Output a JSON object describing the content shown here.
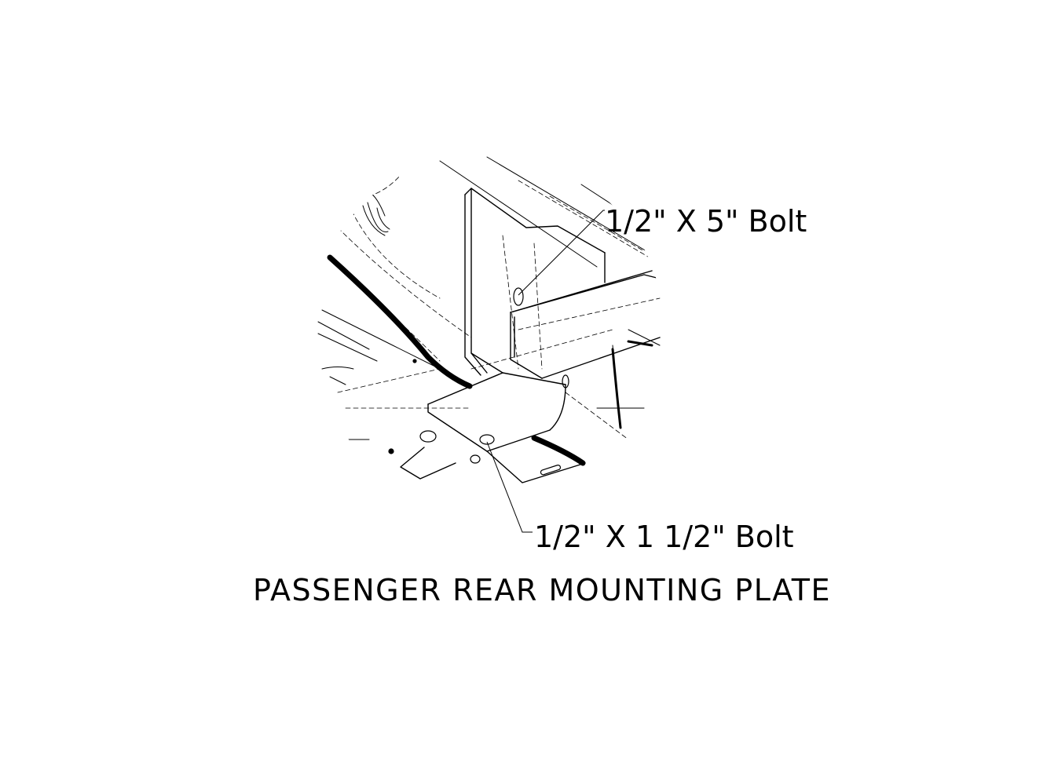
{
  "callouts": {
    "top_bolt": "1/2\" X 5\" Bolt",
    "bottom_bolt": "1/2\" X 1 1/2\" Bolt"
  },
  "caption": "PASSENGER REAR MOUNTING PLATE",
  "colors": {
    "ink": "#000000",
    "paper": "#ffffff"
  }
}
